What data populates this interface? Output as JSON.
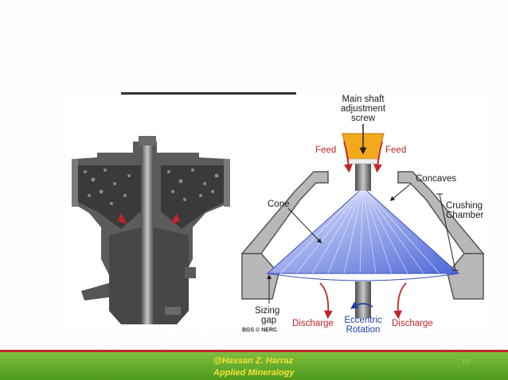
{
  "diagram": {
    "labels": {
      "main_shaft_1": "Main shaft",
      "main_shaft_2": "adjustment",
      "main_shaft_3": "screw",
      "feed_left": "Feed",
      "feed_right": "Feed",
      "concaves": "Concaves",
      "crushing_1": "Crushing",
      "crushing_2": "Chamber",
      "cone": "Cone",
      "sizing_1": "Sizing",
      "sizing_2": "gap",
      "discharge_left": "Discharge",
      "discharge_right": "Discharge",
      "eccentric_1": "Eccentric",
      "eccentric_2": "Rotation",
      "credit": "BGS © NERC"
    }
  },
  "footer": {
    "author": "@Hassan Z. Harraz",
    "course": "Applied Mineralogy",
    "page_number": "10"
  },
  "colors": {
    "accent_red": "#c0252a",
    "accent_blue": "#1e3fa8",
    "footer_green": "#5aa624",
    "footer_text": "#f3e23a",
    "screw_orange": "#f4a81c"
  }
}
